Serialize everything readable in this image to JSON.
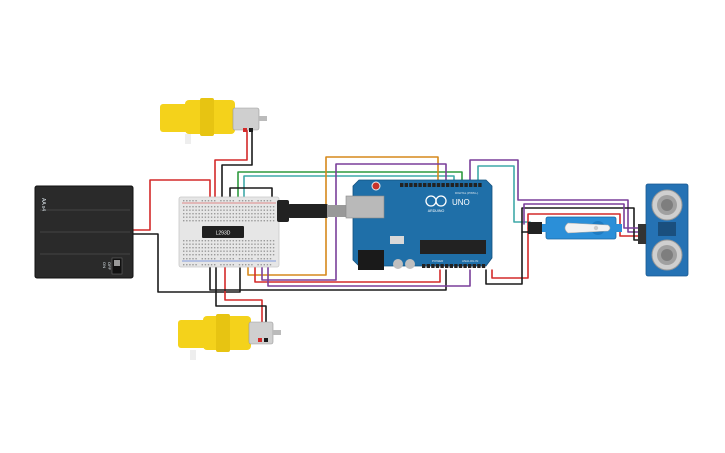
{
  "battery_pack": {
    "label": "AA x4",
    "switch_on": "ON",
    "switch_off": "OFF"
  },
  "breadboard": {
    "chip_label": "L293D"
  },
  "arduino": {
    "logo_text": "ARDUINO",
    "model": "UNO",
    "power_header": "POWER",
    "analog_header": "ANALOG IN",
    "digital_header": "DIGITAL (PWM~)"
  },
  "colors": {
    "arduino_board": "#1f6fa8",
    "motor_body": "#f4d21b",
    "battery": "#2a2a2a",
    "breadboard": "#e6e6e6",
    "sensor_board": "#2572b4",
    "servo": "#2b8fd8",
    "wire_red": "#d42a2a",
    "wire_black": "#1b1b1b",
    "wire_orange": "#d6891c",
    "wire_purple": "#7a3f9a",
    "wire_green": "#2f9a3f",
    "wire_teal": "#3fa9a8"
  }
}
